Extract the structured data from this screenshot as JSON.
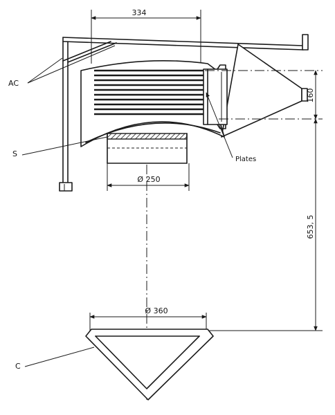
{
  "dimensions": {
    "top_width": "334",
    "base_diameter": "Ø 250",
    "right_height": "160",
    "distance": "653, 5",
    "cone_diameter": "Ø 360"
  },
  "labels": {
    "ac": "AC",
    "s": "S",
    "plates": "Plates",
    "c": "C"
  },
  "colors": {
    "ink": "#1a1a1a",
    "paper": "#ffffff"
  }
}
